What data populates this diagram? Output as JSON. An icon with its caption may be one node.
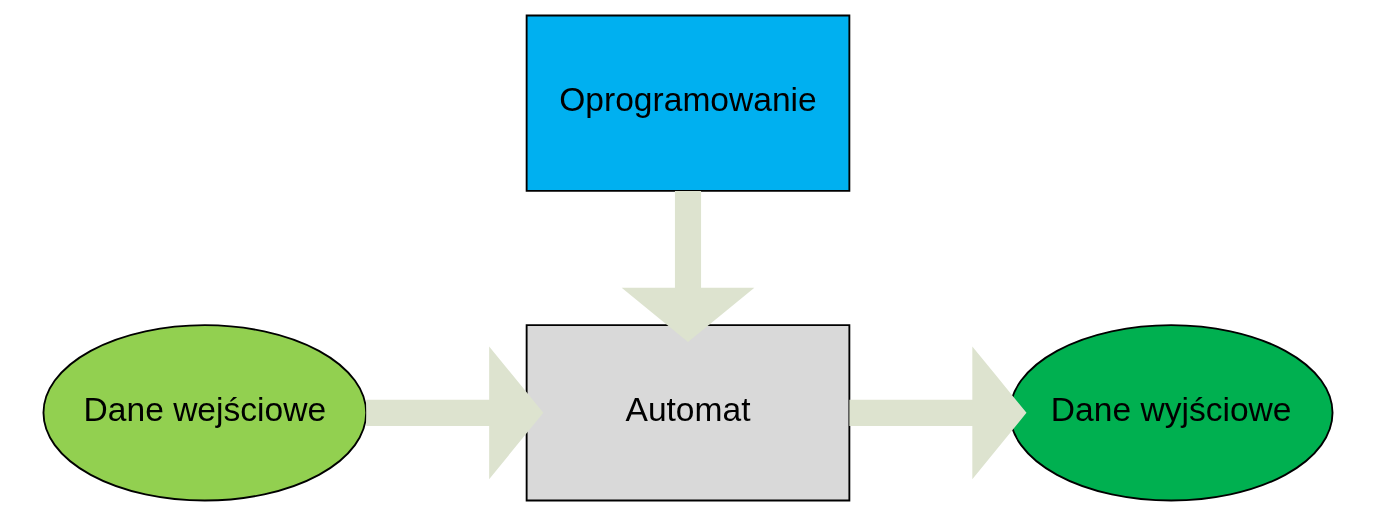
{
  "diagram": {
    "nodes": [
      {
        "text": [
          "Oprogramowanie"
        ]
      },
      {
        "text": [
          "Dane wejściowe"
        ]
      },
      {
        "text": [
          "Automat"
        ]
      },
      {
        "text": [
          "Dane wyjściowe"
        ]
      }
    ],
    "edges": [
      {
        "from": 0,
        "to": 2,
        "arrow": "to"
      },
      {
        "from": 1,
        "to": 2,
        "arrow": "to"
      },
      {
        "from": 2,
        "to": 3,
        "arrow": "to"
      }
    ]
  }
}
